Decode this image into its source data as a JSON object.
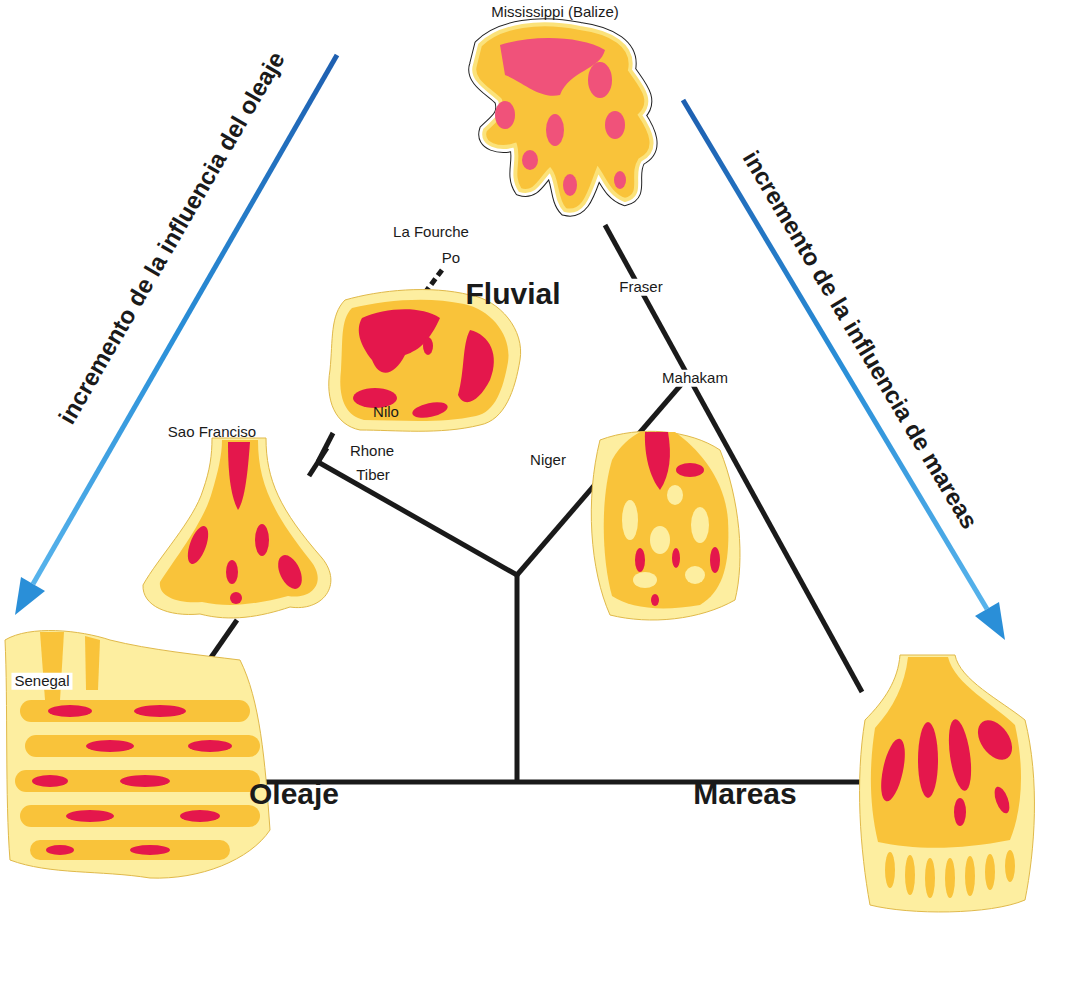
{
  "diagram": {
    "labels": [
      "Mississippi (Balize)",
      "incremento de la influencia del oleaje",
      "La Fourche",
      "Po",
      "Fluvial",
      "Fraser",
      "incremento de la influencia de mareas",
      "Mahakam",
      "Nilo",
      "Sao Franciso",
      "Rhone",
      "Tiber",
      "Niger",
      "Senegal",
      "Oleaje",
      "Mareas"
    ]
  }
}
